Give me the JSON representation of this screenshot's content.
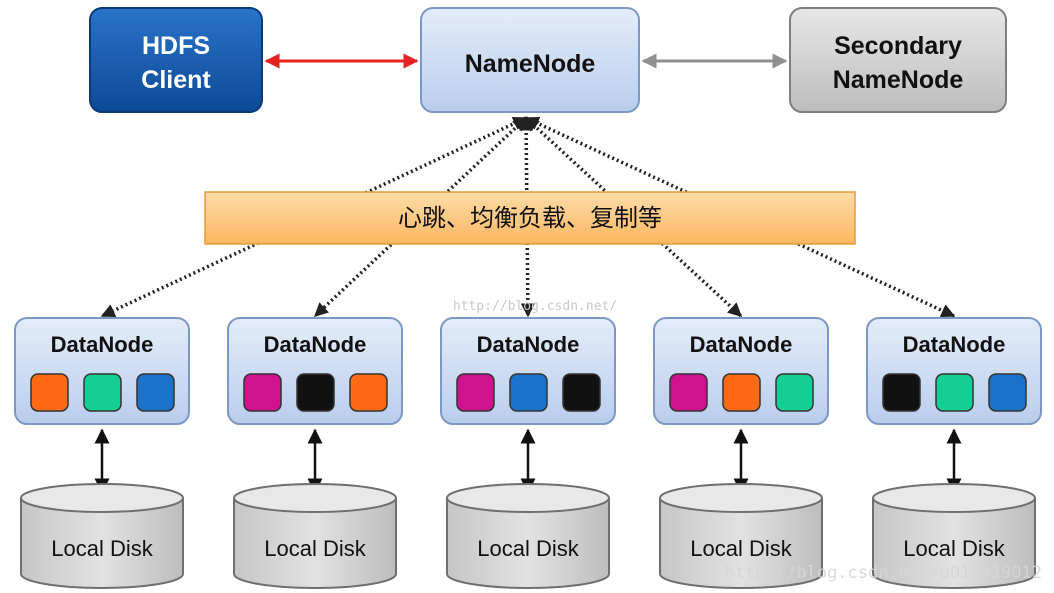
{
  "hdfs_client": {
    "line1": "HDFS",
    "line2": "Client"
  },
  "namenode": {
    "label": "NameNode"
  },
  "secondary_namenode": {
    "line1": "Secondary",
    "line2": "NameNode"
  },
  "bar": {
    "label": "心跳、均衡负载、复制等"
  },
  "datanodes": [
    {
      "label": "DataNode",
      "blocks": [
        "orange",
        "green",
        "blue"
      ],
      "disk_label": "Local Disk"
    },
    {
      "label": "DataNode",
      "blocks": [
        "magenta",
        "black",
        "orange"
      ],
      "disk_label": "Local Disk"
    },
    {
      "label": "DataNode",
      "blocks": [
        "magenta",
        "blue",
        "black"
      ],
      "disk_label": "Local Disk"
    },
    {
      "label": "DataNode",
      "blocks": [
        "magenta",
        "orange",
        "green"
      ],
      "disk_label": "Local Disk"
    },
    {
      "label": "DataNode",
      "blocks": [
        "black",
        "green",
        "blue"
      ],
      "disk_label": "Local Disk"
    }
  ],
  "block_colors": {
    "orange": "#ff6a13",
    "green": "#14cf94",
    "blue": "#1a73c9",
    "magenta": "#d0128e",
    "black": "#111111"
  },
  "colors": {
    "client_fill": "#1457a8",
    "node_fill": "#d3e0f4",
    "secondary_fill": "#d0d0d0",
    "bar_fill": "#fdc57d",
    "disk_fill": "#d4d4d4",
    "client_arrow": "#e52121",
    "secondary_arrow": "#8f8f8f"
  },
  "watermarks": {
    "center": "http://blog.csdn.net/",
    "bottom": "http://blog.csdn.net/u014419012"
  }
}
